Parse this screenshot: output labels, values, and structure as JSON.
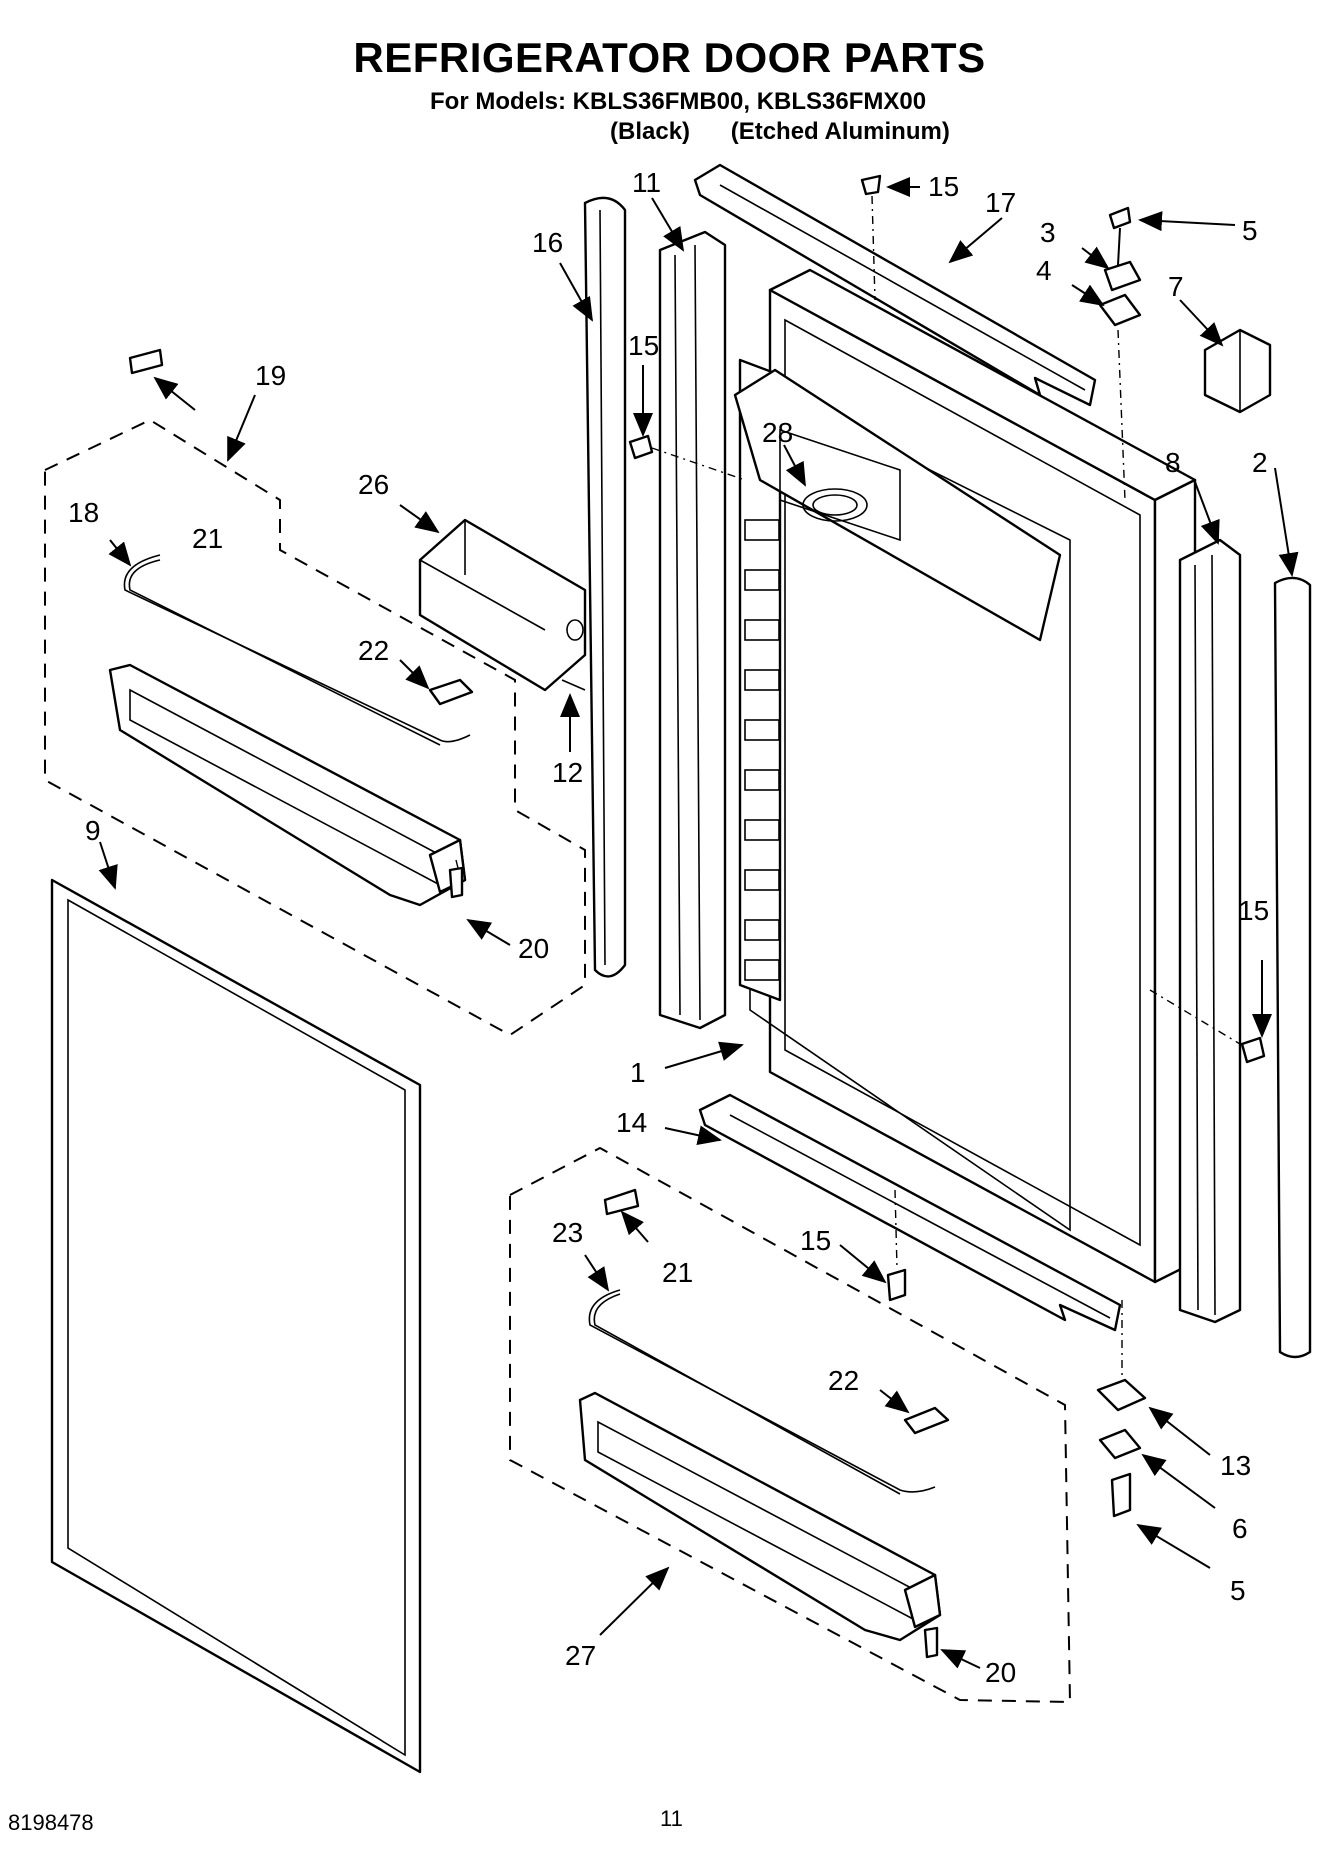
{
  "header": {
    "title": "REFRIGERATOR DOOR PARTS",
    "models": "For Models: KBLS36FMB00, KBLS36FMX00",
    "variant_black": "(Black)",
    "variant_aluminum": "(Etched Aluminum)"
  },
  "footer": {
    "doc_number": "8198478",
    "page_number": "11"
  },
  "callouts": {
    "c1": "1",
    "c2": "2",
    "c3": "3",
    "c4": "4",
    "c5a": "5",
    "c5b": "5",
    "c6": "6",
    "c7": "7",
    "c8": "8",
    "c9": "9",
    "c11": "11",
    "c12": "12",
    "c13": "13",
    "c14": "14",
    "c15a": "15",
    "c15b": "15",
    "c15c": "15",
    "c15d": "15",
    "c16": "16",
    "c17": "17",
    "c18": "18",
    "c19": "19",
    "c20a": "20",
    "c20b": "20",
    "c21a": "21",
    "c21b": "21",
    "c22a": "22",
    "c22b": "22",
    "c23": "23",
    "c26": "26",
    "c27": "27",
    "c28": "28"
  }
}
